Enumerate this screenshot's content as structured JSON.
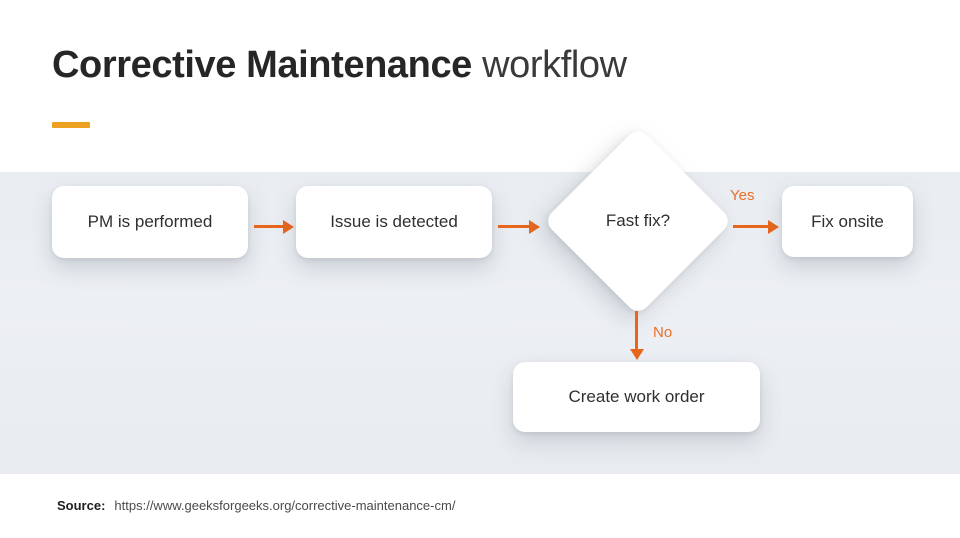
{
  "header": {
    "title_bold": "Corrective Maintenance",
    "title_light": " workflow",
    "accent_color": "#EDA022"
  },
  "theme": {
    "band_background": "#EBEFF2",
    "connector_color": "#E8661C",
    "edge_label_color": "#E8702A",
    "node_background": "#FFFFFF",
    "node_text_color": "#2F2F2F"
  },
  "flow": {
    "nodes": [
      {
        "id": "pm",
        "label": "PM is performed",
        "shape": "rounded-rect"
      },
      {
        "id": "issue",
        "label": "Issue is detected",
        "shape": "rounded-rect"
      },
      {
        "id": "decision",
        "label": "Fast fix?",
        "shape": "diamond"
      },
      {
        "id": "fix",
        "label": "Fix onsite",
        "shape": "rounded-rect"
      },
      {
        "id": "workorder",
        "label": "Create work order",
        "shape": "rounded-rect"
      }
    ],
    "edges": [
      {
        "from": "pm",
        "to": "issue",
        "label": "",
        "direction": "right"
      },
      {
        "from": "issue",
        "to": "decision",
        "label": "",
        "direction": "right"
      },
      {
        "from": "decision",
        "to": "fix",
        "label": "Yes",
        "direction": "right"
      },
      {
        "from": "decision",
        "to": "workorder",
        "label": "No",
        "direction": "down"
      }
    ]
  },
  "footer": {
    "source_label": "Source:",
    "source_url": "https://www.geeksforgeeks.org/corrective-maintenance-cm/"
  }
}
